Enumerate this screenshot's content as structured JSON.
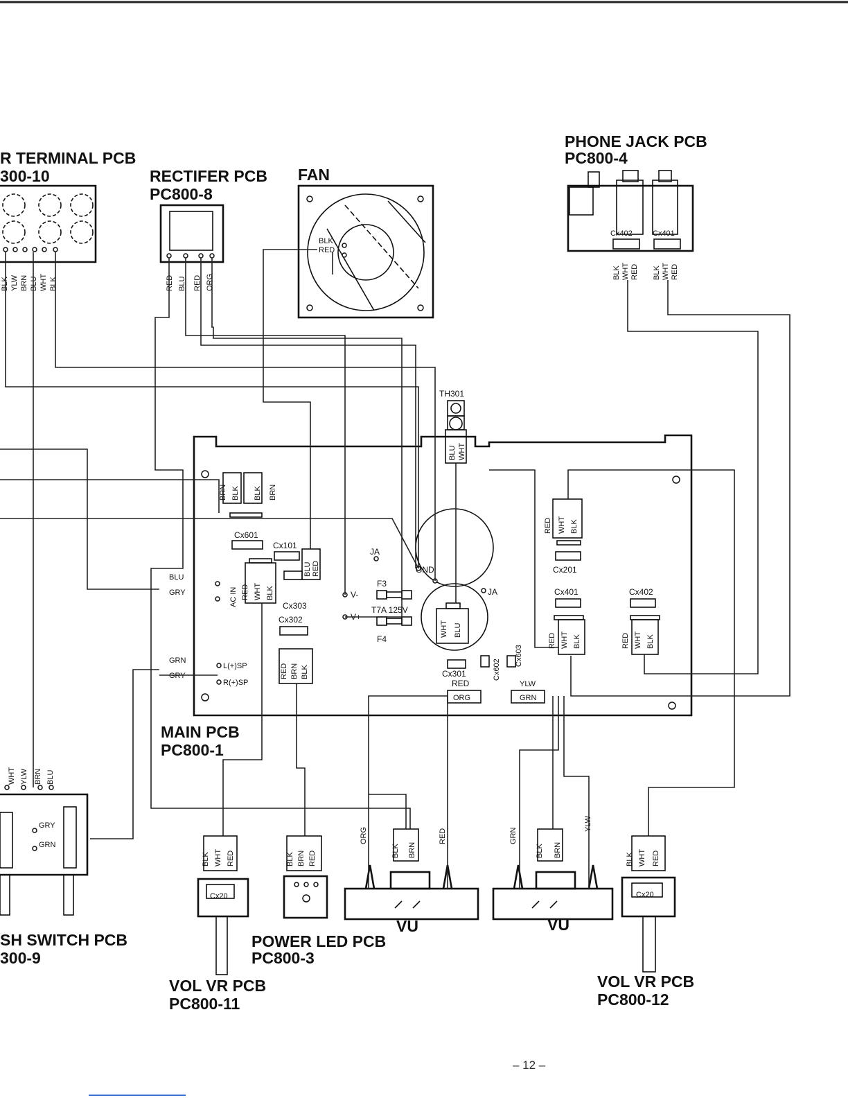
{
  "titles": {
    "speaker_terminal": [
      "R TERMINAL PCB",
      "300-10"
    ],
    "rectifier": [
      "RECTIFER PCB",
      "PC800-8"
    ],
    "fan": "FAN",
    "phone_jack": [
      "PHONE JACK PCB",
      "PC800-4"
    ],
    "main": [
      "MAIN PCB",
      "PC800-1"
    ],
    "push_switch": [
      "SH SWITCH PCB",
      "300-9"
    ],
    "power_led": [
      "POWER LED PCB",
      "PC800-3"
    ],
    "vol_vr_left": [
      "VOL VR PCB",
      "PC800-11"
    ],
    "vol_vr_right": [
      "VOL VR PCB",
      "PC800-12"
    ],
    "vu_left": "VU",
    "vu_right": "VU"
  },
  "connectors": {
    "cx601": "Cx601",
    "cx101": "Cx101",
    "cx303": "Cx303",
    "cx302": "Cx302",
    "cx201": "Cx201",
    "cx401": "Cx401",
    "cx402": "Cx402",
    "cx301": "Cx301",
    "cx602": "Cx602",
    "cx603": "Cx603",
    "cx402_pj": "Cx402",
    "cx401_pj": "Cx401",
    "cx20_l": "Cx20",
    "cx20_r": "Cx20",
    "th301": "TH301"
  },
  "terminals": {
    "ac_in": "AC IN",
    "l_sp": "L(+)SP",
    "r_sp": "R(+)SP",
    "v_minus": "V-",
    "v_plus": "V+",
    "ja1": "JA",
    "ja2": "JA",
    "gnd": "GND",
    "f3": "F3",
    "f4": "F4",
    "fuse_rating": "T7A 125V",
    "gry_sw": "GRY",
    "grn_sw": "GRN"
  },
  "wires": {
    "speaker_terminal": [
      "BLK",
      "YLW",
      "BRN",
      "BLU",
      "WHT",
      "BLK"
    ],
    "rectifier": [
      "RED",
      "BLU",
      "RED",
      "ORG"
    ],
    "fan": [
      "BLK",
      "RED"
    ],
    "pj_cx402": [
      "BLK",
      "WHT",
      "RED"
    ],
    "pj_cx401": [
      "BLK",
      "WHT",
      "RED"
    ],
    "main_cx601": [
      "BRN",
      "BLK",
      "BLK",
      "BRN"
    ],
    "cx101": [
      "BLU",
      "RED"
    ],
    "ac_in_wires": [
      "BLU",
      "GRY"
    ],
    "ac_in_conn": [
      "RED",
      "WHT",
      "BLK"
    ],
    "sp_wires": [
      "GRN",
      "GRY"
    ],
    "cx302": [
      "RED",
      "BRN",
      "BLK"
    ],
    "th301": [
      "BLU",
      "WHT"
    ],
    "center_conn": [
      "WHT",
      "BLU"
    ],
    "cx201": [
      "RED",
      "WHT",
      "BLK"
    ],
    "cx401": [
      "RED",
      "WHT",
      "BLK"
    ],
    "cx402": [
      "RED",
      "WHT",
      "BLK"
    ],
    "cx301": [
      "RED",
      "ORG"
    ],
    "cx603": [
      "YLW",
      "GRN"
    ],
    "push_switch": [
      "WHT",
      "YLW",
      "BRN",
      "BLU"
    ],
    "vol_left": [
      "BLK",
      "WHT",
      "RED"
    ],
    "power_led": [
      "BLK",
      "BRN",
      "RED"
    ],
    "vu_left": [
      "ORG",
      "BLK",
      "BRN",
      "RED"
    ],
    "vu_right": [
      "GRN",
      "BLK",
      "BRN",
      "YLW"
    ],
    "vol_right": [
      "BLK",
      "WHT",
      "RED"
    ]
  },
  "page_number": "– 12 –"
}
